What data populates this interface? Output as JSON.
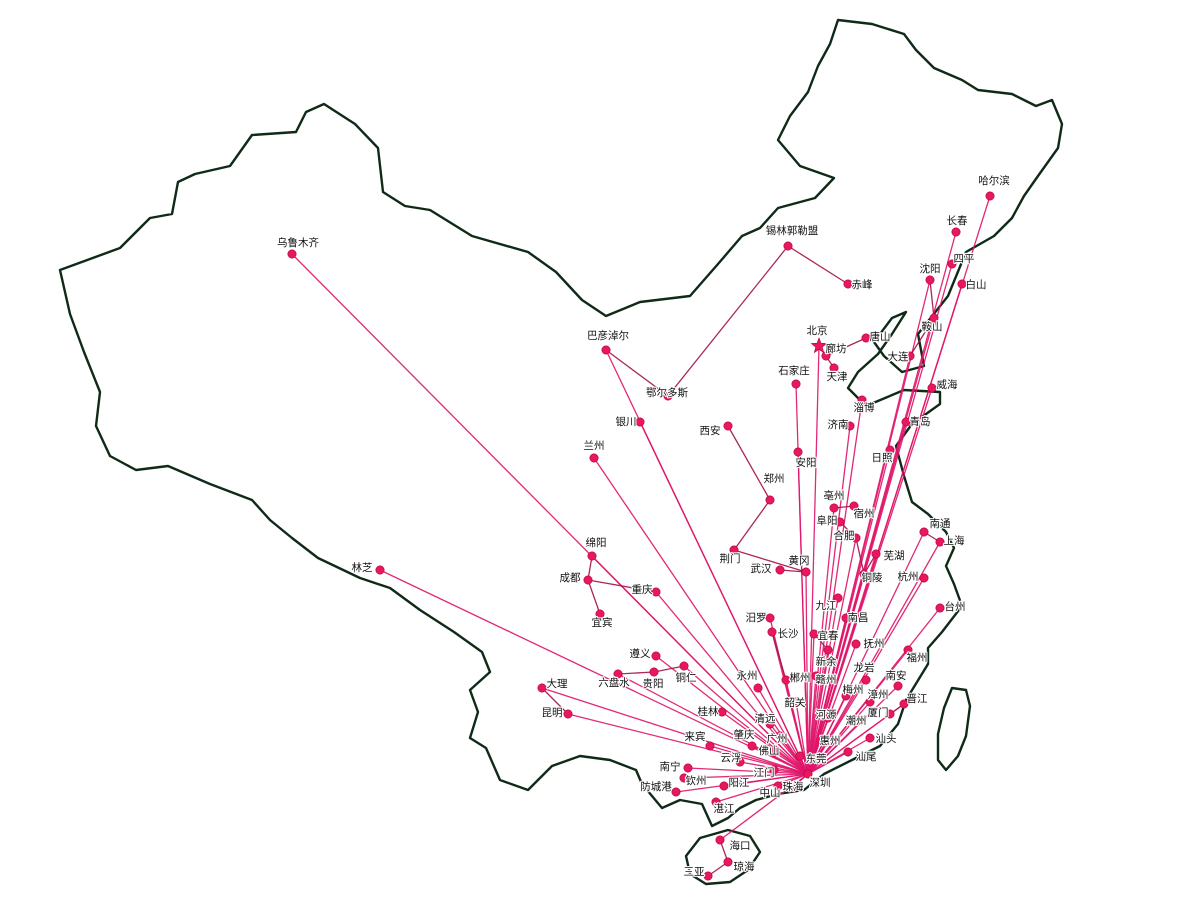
{
  "colors": {
    "route": "#e0166a",
    "route_dark": "#a3144f",
    "city": "#e8185f",
    "outline": "#0f2a17",
    "background": "#ffffff"
  },
  "icons": {
    "capital": "star-icon",
    "city": "dot-icon"
  },
  "hub": "深圳",
  "cities": [
    {
      "id": "wulumuqi",
      "name": "乌鲁木齐",
      "type": "dot"
    },
    {
      "id": "xilinguole",
      "name": "锡林郭勒盟",
      "type": "dot"
    },
    {
      "id": "chifeng",
      "name": "赤峰",
      "type": "dot"
    },
    {
      "id": "haerbin",
      "name": "哈尔滨",
      "type": "dot"
    },
    {
      "id": "changchun",
      "name": "长春",
      "type": "dot"
    },
    {
      "id": "siping",
      "name": "四平",
      "type": "dot"
    },
    {
      "id": "shenyang",
      "name": "沈阳",
      "type": "dot"
    },
    {
      "id": "baishan",
      "name": "白山",
      "type": "dot"
    },
    {
      "id": "anshan",
      "name": "鞍山",
      "type": "dot"
    },
    {
      "id": "dalian",
      "name": "大连",
      "type": "dot"
    },
    {
      "id": "beijing",
      "name": "北京",
      "type": "star"
    },
    {
      "id": "langfang",
      "name": "廊坊",
      "type": "dot"
    },
    {
      "id": "tangshan",
      "name": "唐山",
      "type": "dot"
    },
    {
      "id": "tianjin",
      "name": "天津",
      "type": "dot"
    },
    {
      "id": "weihai",
      "name": "威海",
      "type": "dot"
    },
    {
      "id": "bayannaoer",
      "name": "巴彦淖尔",
      "type": "dot"
    },
    {
      "id": "eerduosi",
      "name": "鄂尔多斯",
      "type": "dot"
    },
    {
      "id": "shijiazhuang",
      "name": "石家庄",
      "type": "dot"
    },
    {
      "id": "zibo",
      "name": "淄博",
      "type": "dot"
    },
    {
      "id": "jinan",
      "name": "济南",
      "type": "dot"
    },
    {
      "id": "qingdao",
      "name": "青岛",
      "type": "dot"
    },
    {
      "id": "yinchuan",
      "name": "银川",
      "type": "dot"
    },
    {
      "id": "xian",
      "name": "西安",
      "type": "dot"
    },
    {
      "id": "lanzhou",
      "name": "兰州",
      "type": "dot"
    },
    {
      "id": "anyang",
      "name": "安阳",
      "type": "dot"
    },
    {
      "id": "rizhao",
      "name": "日照",
      "type": "dot"
    },
    {
      "id": "zhengzhou",
      "name": "郑州",
      "type": "dot"
    },
    {
      "id": "bozhou",
      "name": "亳州",
      "type": "dot"
    },
    {
      "id": "suzhou_ah",
      "name": "宿州",
      "type": "dot"
    },
    {
      "id": "fuyang",
      "name": "阜阳",
      "type": "dot"
    },
    {
      "id": "hefei",
      "name": "合肥",
      "type": "dot"
    },
    {
      "id": "nantong",
      "name": "南通",
      "type": "dot"
    },
    {
      "id": "shanghai",
      "name": "上海",
      "type": "dot"
    },
    {
      "id": "mianyang",
      "name": "绵阳",
      "type": "dot"
    },
    {
      "id": "linzhi",
      "name": "林芝",
      "type": "dot"
    },
    {
      "id": "jingmen",
      "name": "荆门",
      "type": "dot"
    },
    {
      "id": "wuhu",
      "name": "芜湖",
      "type": "dot"
    },
    {
      "id": "chengdu",
      "name": "成都",
      "type": "dot"
    },
    {
      "id": "huanggang",
      "name": "黄冈",
      "type": "dot"
    },
    {
      "id": "wuhan",
      "name": "武汉",
      "type": "dot"
    },
    {
      "id": "tongling",
      "name": "铜陵",
      "type": "dot"
    },
    {
      "id": "hangzhou",
      "name": "杭州",
      "type": "dot"
    },
    {
      "id": "chongqing",
      "name": "重庆",
      "type": "dot"
    },
    {
      "id": "yibin",
      "name": "宜宾",
      "type": "dot"
    },
    {
      "id": "jiujiang",
      "name": "九江",
      "type": "dot"
    },
    {
      "id": "taizhou",
      "name": "台州",
      "type": "dot"
    },
    {
      "id": "miluo",
      "name": "汨罗",
      "type": "dot"
    },
    {
      "id": "nanchang",
      "name": "南昌",
      "type": "dot"
    },
    {
      "id": "changsha",
      "name": "长沙",
      "type": "dot"
    },
    {
      "id": "yichun",
      "name": "宜春",
      "type": "dot"
    },
    {
      "id": "fuzhou_jx",
      "name": "抚州",
      "type": "dot"
    },
    {
      "id": "fuzhou",
      "name": "福州",
      "type": "dot"
    },
    {
      "id": "zunyi",
      "name": "遵义",
      "type": "dot"
    },
    {
      "id": "xinyu",
      "name": "新余",
      "type": "dot"
    },
    {
      "id": "tongren",
      "name": "铜仁",
      "type": "dot"
    },
    {
      "id": "liupanshui",
      "name": "六盘水",
      "type": "dot"
    },
    {
      "id": "guiyang",
      "name": "贵阳",
      "type": "dot"
    },
    {
      "id": "yongzhou",
      "name": "永州",
      "type": "dot"
    },
    {
      "id": "chenzhou",
      "name": "郴州",
      "type": "dot"
    },
    {
      "id": "ganzhou",
      "name": "赣州",
      "type": "dot"
    },
    {
      "id": "longyan",
      "name": "龙岩",
      "type": "dot"
    },
    {
      "id": "nanan",
      "name": "南安",
      "type": "dot"
    },
    {
      "id": "dali",
      "name": "大理",
      "type": "dot"
    },
    {
      "id": "meizhou",
      "name": "梅州",
      "type": "dot"
    },
    {
      "id": "zhangzhou",
      "name": "漳州",
      "type": "dot"
    },
    {
      "id": "jinjiang",
      "name": "晋江",
      "type": "dot"
    },
    {
      "id": "shaoguan",
      "name": "韶关",
      "type": "dot"
    },
    {
      "id": "guilin",
      "name": "桂林",
      "type": "dot"
    },
    {
      "id": "kunming",
      "name": "昆明",
      "type": "dot"
    },
    {
      "id": "heyuan",
      "name": "河源",
      "type": "dot"
    },
    {
      "id": "xiamen",
      "name": "厦门",
      "type": "dot"
    },
    {
      "id": "qingyuan",
      "name": "清远",
      "type": "dot"
    },
    {
      "id": "chaozhou",
      "name": "潮州",
      "type": "dot"
    },
    {
      "id": "guangzhou",
      "name": "广州",
      "type": "dot"
    },
    {
      "id": "zhaoqing",
      "name": "肇庆",
      "type": "dot"
    },
    {
      "id": "shantou",
      "name": "汕头",
      "type": "dot"
    },
    {
      "id": "laibin",
      "name": "来宾",
      "type": "dot"
    },
    {
      "id": "huizhou",
      "name": "惠州",
      "type": "dot"
    },
    {
      "id": "foshan",
      "name": "佛山",
      "type": "dot"
    },
    {
      "id": "dongguan",
      "name": "东莞",
      "type": "dot"
    },
    {
      "id": "shanwei",
      "name": "汕尾",
      "type": "dot"
    },
    {
      "id": "yunfu",
      "name": "云浮",
      "type": "dot"
    },
    {
      "id": "nanning",
      "name": "南宁",
      "type": "dot"
    },
    {
      "id": "jiangmen",
      "name": "江门",
      "type": "dot"
    },
    {
      "id": "shenzhen",
      "name": "深圳",
      "type": "dot"
    },
    {
      "id": "qinzhou",
      "name": "钦州",
      "type": "dot"
    },
    {
      "id": "yangjiang",
      "name": "阳江",
      "type": "dot"
    },
    {
      "id": "fangchenggang",
      "name": "防城港",
      "type": "dot"
    },
    {
      "id": "zhongshan",
      "name": "中山",
      "type": "dot"
    },
    {
      "id": "zhuhai",
      "name": "珠海",
      "type": "dot"
    },
    {
      "id": "zhanjiang",
      "name": "湛江",
      "type": "dot"
    },
    {
      "id": "haikou",
      "name": "海口",
      "type": "dot"
    },
    {
      "id": "qionghai",
      "name": "琼海",
      "type": "dot"
    },
    {
      "id": "sanya",
      "name": "三亚",
      "type": "dot"
    }
  ],
  "routes": [
    [
      "shenzhen",
      "wulumuqi"
    ],
    [
      "shenzhen",
      "linzhi"
    ],
    [
      "shenzhen",
      "kunming"
    ],
    [
      "shenzhen",
      "dali"
    ],
    [
      "shenzhen",
      "mianyang"
    ],
    [
      "shenzhen",
      "lanzhou"
    ],
    [
      "shenzhen",
      "yinchuan"
    ],
    [
      "shenzhen",
      "bayannaoer"
    ],
    [
      "shenzhen",
      "beijing"
    ],
    [
      "shenzhen",
      "shijiazhuang"
    ],
    [
      "shenzhen",
      "anyang"
    ],
    [
      "shenzhen",
      "jinan"
    ],
    [
      "shenzhen",
      "zibo"
    ],
    [
      "shenzhen",
      "qingdao"
    ],
    [
      "shenzhen",
      "rizhao"
    ],
    [
      "shenzhen",
      "weihai"
    ],
    [
      "shenzhen",
      "dalian"
    ],
    [
      "shenzhen",
      "anshan"
    ],
    [
      "shenzhen",
      "shenyang"
    ],
    [
      "shenzhen",
      "siping"
    ],
    [
      "shenzhen",
      "changchun"
    ],
    [
      "shenzhen",
      "haerbin"
    ],
    [
      "shenzhen",
      "baishan"
    ],
    [
      "shenzhen",
      "bozhou"
    ],
    [
      "shenzhen",
      "hefei"
    ],
    [
      "shenzhen",
      "wuhu"
    ],
    [
      "shenzhen",
      "nantong"
    ],
    [
      "shenzhen",
      "shanghai"
    ],
    [
      "shenzhen",
      "hangzhou"
    ],
    [
      "shenzhen",
      "taizhou"
    ],
    [
      "shenzhen",
      "fuzhou"
    ],
    [
      "shenzhen",
      "huanggang"
    ],
    [
      "shenzhen",
      "jiujiang"
    ],
    [
      "shenzhen",
      "nanchang"
    ],
    [
      "shenzhen",
      "chongqing"
    ],
    [
      "shenzhen",
      "tongren"
    ],
    [
      "shenzhen",
      "zunyi"
    ],
    [
      "shenzhen",
      "liupanshui"
    ],
    [
      "shenzhen",
      "guilin"
    ],
    [
      "shenzhen",
      "yongzhou"
    ],
    [
      "shenzhen",
      "changsha"
    ],
    [
      "shenzhen",
      "miluo"
    ],
    [
      "shenzhen",
      "chenzhou"
    ],
    [
      "shenzhen",
      "shaoguan"
    ],
    [
      "shenzhen",
      "qingyuan"
    ],
    [
      "shenzhen",
      "guangzhou"
    ],
    [
      "shenzhen",
      "zhaoqing"
    ],
    [
      "shenzhen",
      "yunfu"
    ],
    [
      "shenzhen",
      "laibin"
    ],
    [
      "shenzhen",
      "nanning"
    ],
    [
      "shenzhen",
      "qinzhou"
    ],
    [
      "shenzhen",
      "fangchenggang"
    ],
    [
      "shenzhen",
      "zhanjiang"
    ],
    [
      "shenzhen",
      "yangjiang"
    ],
    [
      "shenzhen",
      "jiangmen"
    ],
    [
      "shenzhen",
      "zhongshan"
    ],
    [
      "shenzhen",
      "zhuhai"
    ],
    [
      "shenzhen",
      "foshan"
    ],
    [
      "shenzhen",
      "dongguan"
    ],
    [
      "shenzhen",
      "huizhou"
    ],
    [
      "shenzhen",
      "heyuan"
    ],
    [
      "shenzhen",
      "meizhou"
    ],
    [
      "shenzhen",
      "shanwei"
    ],
    [
      "shenzhen",
      "shantou"
    ],
    [
      "shenzhen",
      "chaozhou"
    ],
    [
      "shenzhen",
      "xiamen"
    ],
    [
      "shenzhen",
      "zhangzhou"
    ],
    [
      "shenzhen",
      "longyan"
    ],
    [
      "shenzhen",
      "jinjiang"
    ],
    [
      "shenzhen",
      "nanan"
    ],
    [
      "shenzhen",
      "ganzhou"
    ],
    [
      "shenzhen",
      "xinyu"
    ],
    [
      "shenzhen",
      "fuzhou_jx"
    ],
    [
      "shenzhen",
      "yichun"
    ],
    [
      "shenzhen",
      "tongling"
    ],
    [
      "shenzhen",
      "haikou"
    ],
    [
      "beijing",
      "langfang"
    ],
    [
      "beijing",
      "tianjin"
    ],
    [
      "langfang",
      "tangshan"
    ],
    [
      "xilinguole",
      "chifeng"
    ],
    [
      "xilinguole",
      "eerduosi"
    ],
    [
      "eerduosi",
      "bayannaoer"
    ],
    [
      "xian",
      "zhengzhou"
    ],
    [
      "zhengzhou",
      "jingmen"
    ],
    [
      "jingmen",
      "huanggang"
    ],
    [
      "wuhan",
      "huanggang"
    ],
    [
      "chengdu",
      "mianyang"
    ],
    [
      "chengdu",
      "yibin"
    ],
    [
      "chengdu",
      "chongqing"
    ],
    [
      "guiyang",
      "tongren"
    ],
    [
      "liupanshui",
      "guiyang"
    ],
    [
      "kunming",
      "dali"
    ],
    [
      "fuyang",
      "hefei"
    ],
    [
      "bozhou",
      "suzhou_ah"
    ],
    [
      "hefei",
      "tongling"
    ],
    [
      "shanghai",
      "nantong"
    ],
    [
      "wuhu",
      "tongling"
    ],
    [
      "chenzhou",
      "changsha"
    ],
    [
      "haikou",
      "qionghai"
    ],
    [
      "qionghai",
      "sanya"
    ],
    [
      "shenyang",
      "anshan"
    ],
    [
      "anshan",
      "dalian"
    ],
    [
      "xiamen",
      "jinjiang"
    ],
    [
      "yichun",
      "xinyu"
    ]
  ]
}
